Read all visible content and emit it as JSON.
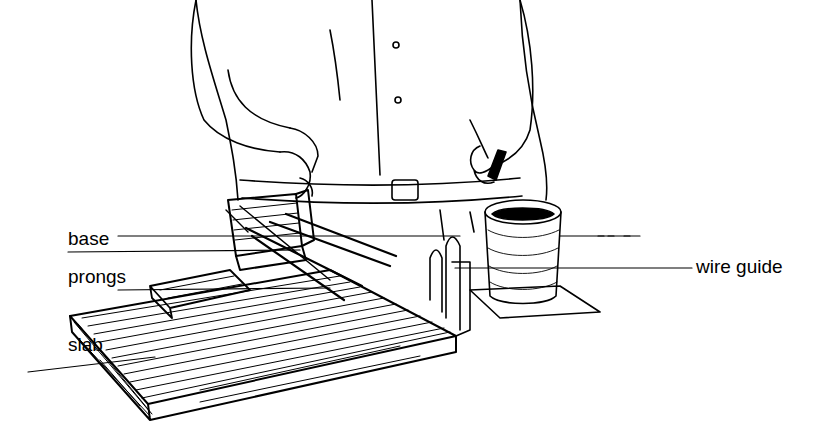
{
  "diagram": {
    "labels": [
      "base",
      "prongs",
      "wire guide",
      "slab"
    ]
  }
}
